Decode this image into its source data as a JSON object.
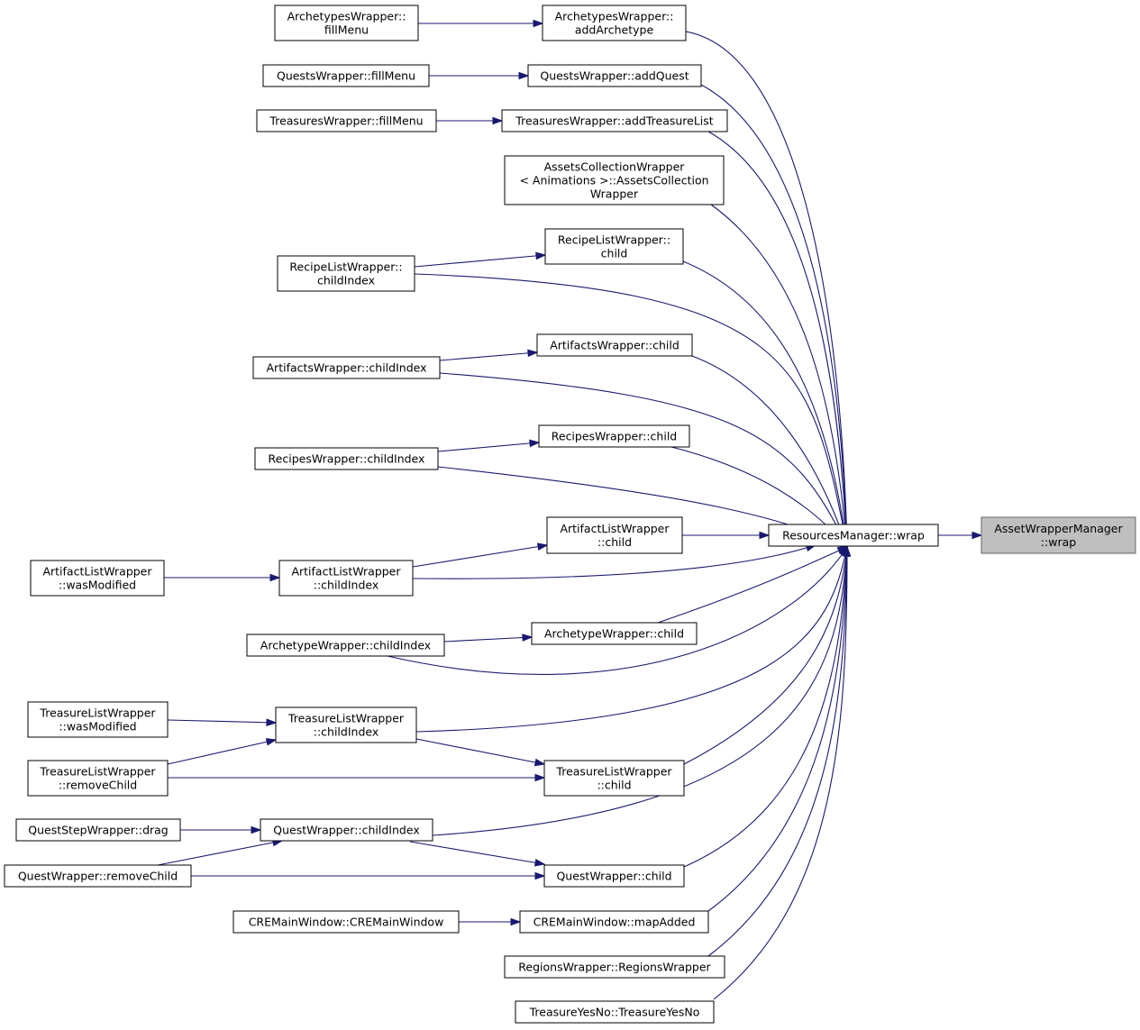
{
  "graph": {
    "colors": {
      "edge": "#191970",
      "node_border": "#000000",
      "node_fill": "#ffffff",
      "root_fill": "#bfbfbf",
      "root_border": "#666666"
    },
    "nodes": [
      {
        "id": "asset-wrapper-manager-wrap",
        "lines": [
          "AssetWrapperManager",
          "::wrap"
        ],
        "root": true
      },
      {
        "id": "resources-manager-wrap",
        "lines": [
          "ResourcesManager::wrap"
        ]
      },
      {
        "id": "archetypes-wrapper-add-archetype",
        "lines": [
          "ArchetypesWrapper::",
          "addArchetype"
        ]
      },
      {
        "id": "archetypes-wrapper-fill-menu",
        "lines": [
          "ArchetypesWrapper::",
          "fillMenu"
        ]
      },
      {
        "id": "quests-wrapper-add-quest",
        "lines": [
          "QuestsWrapper::addQuest"
        ]
      },
      {
        "id": "quests-wrapper-fill-menu",
        "lines": [
          "QuestsWrapper::fillMenu"
        ]
      },
      {
        "id": "treasures-wrapper-add-treasure-list",
        "lines": [
          "TreasuresWrapper::addTreasureList"
        ]
      },
      {
        "id": "treasures-wrapper-fill-menu",
        "lines": [
          "TreasuresWrapper::fillMenu"
        ]
      },
      {
        "id": "assets-collection-wrapper",
        "lines": [
          "AssetsCollectionWrapper",
          "< Animations >::AssetsCollection",
          "Wrapper"
        ]
      },
      {
        "id": "recipe-list-wrapper-child",
        "lines": [
          "RecipeListWrapper::",
          "child"
        ]
      },
      {
        "id": "recipe-list-wrapper-child-index",
        "lines": [
          "RecipeListWrapper::",
          "childIndex"
        ]
      },
      {
        "id": "artifacts-wrapper-child",
        "lines": [
          "ArtifactsWrapper::child"
        ]
      },
      {
        "id": "artifacts-wrapper-child-index",
        "lines": [
          "ArtifactsWrapper::childIndex"
        ]
      },
      {
        "id": "recipes-wrapper-child",
        "lines": [
          "RecipesWrapper::child"
        ]
      },
      {
        "id": "recipes-wrapper-child-index",
        "lines": [
          "RecipesWrapper::childIndex"
        ]
      },
      {
        "id": "artifact-list-wrapper-child",
        "lines": [
          "ArtifactListWrapper",
          "::child"
        ]
      },
      {
        "id": "artifact-list-wrapper-child-index",
        "lines": [
          "ArtifactListWrapper",
          "::childIndex"
        ]
      },
      {
        "id": "artifact-list-wrapper-was-modified",
        "lines": [
          "ArtifactListWrapper",
          "::wasModified"
        ]
      },
      {
        "id": "archetype-wrapper-child",
        "lines": [
          "ArchetypeWrapper::child"
        ]
      },
      {
        "id": "archetype-wrapper-child-index",
        "lines": [
          "ArchetypeWrapper::childIndex"
        ]
      },
      {
        "id": "treasure-list-wrapper-child-index",
        "lines": [
          "TreasureListWrapper",
          "::childIndex"
        ]
      },
      {
        "id": "treasure-list-wrapper-was-modified",
        "lines": [
          "TreasureListWrapper",
          "::wasModified"
        ]
      },
      {
        "id": "treasure-list-wrapper-remove-child",
        "lines": [
          "TreasureListWrapper",
          "::removeChild"
        ]
      },
      {
        "id": "treasure-list-wrapper-child",
        "lines": [
          "TreasureListWrapper",
          "::child"
        ]
      },
      {
        "id": "quest-wrapper-child-index",
        "lines": [
          "QuestWrapper::childIndex"
        ]
      },
      {
        "id": "quest-step-wrapper-drag",
        "lines": [
          "QuestStepWrapper::drag"
        ]
      },
      {
        "id": "quest-wrapper-remove-child",
        "lines": [
          "QuestWrapper::removeChild"
        ]
      },
      {
        "id": "quest-wrapper-child",
        "lines": [
          "QuestWrapper::child"
        ]
      },
      {
        "id": "cre-main-window-map-added",
        "lines": [
          "CREMainWindow::mapAdded"
        ]
      },
      {
        "id": "cre-main-window-ctor",
        "lines": [
          "CREMainWindow::CREMainWindow"
        ]
      },
      {
        "id": "regions-wrapper-ctor",
        "lines": [
          "RegionsWrapper::RegionsWrapper"
        ]
      },
      {
        "id": "treasure-yes-no-ctor",
        "lines": [
          "TreasureYesNo::TreasureYesNo"
        ]
      }
    ],
    "edges": [
      {
        "from": "resources-manager-wrap",
        "to": "asset-wrapper-manager-wrap"
      },
      {
        "from": "archetypes-wrapper-add-archetype",
        "to": "resources-manager-wrap"
      },
      {
        "from": "archetypes-wrapper-fill-menu",
        "to": "archetypes-wrapper-add-archetype"
      },
      {
        "from": "quests-wrapper-add-quest",
        "to": "resources-manager-wrap"
      },
      {
        "from": "quests-wrapper-fill-menu",
        "to": "quests-wrapper-add-quest"
      },
      {
        "from": "treasures-wrapper-add-treasure-list",
        "to": "resources-manager-wrap"
      },
      {
        "from": "treasures-wrapper-fill-menu",
        "to": "treasures-wrapper-add-treasure-list"
      },
      {
        "from": "assets-collection-wrapper",
        "to": "resources-manager-wrap"
      },
      {
        "from": "recipe-list-wrapper-child",
        "to": "resources-manager-wrap"
      },
      {
        "from": "recipe-list-wrapper-child-index",
        "to": "recipe-list-wrapper-child"
      },
      {
        "from": "recipe-list-wrapper-child-index",
        "to": "resources-manager-wrap"
      },
      {
        "from": "artifacts-wrapper-child",
        "to": "resources-manager-wrap"
      },
      {
        "from": "artifacts-wrapper-child-index",
        "to": "artifacts-wrapper-child"
      },
      {
        "from": "artifacts-wrapper-child-index",
        "to": "resources-manager-wrap"
      },
      {
        "from": "recipes-wrapper-child",
        "to": "resources-manager-wrap"
      },
      {
        "from": "recipes-wrapper-child-index",
        "to": "recipes-wrapper-child"
      },
      {
        "from": "recipes-wrapper-child-index",
        "to": "resources-manager-wrap"
      },
      {
        "from": "artifact-list-wrapper-child",
        "to": "resources-manager-wrap"
      },
      {
        "from": "artifact-list-wrapper-child-index",
        "to": "artifact-list-wrapper-child"
      },
      {
        "from": "artifact-list-wrapper-child-index",
        "to": "resources-manager-wrap"
      },
      {
        "from": "artifact-list-wrapper-was-modified",
        "to": "artifact-list-wrapper-child-index"
      },
      {
        "from": "archetype-wrapper-child",
        "to": "resources-manager-wrap"
      },
      {
        "from": "archetype-wrapper-child-index",
        "to": "archetype-wrapper-child"
      },
      {
        "from": "archetype-wrapper-child-index",
        "to": "resources-manager-wrap"
      },
      {
        "from": "treasure-list-wrapper-child-index",
        "to": "resources-manager-wrap"
      },
      {
        "from": "treasure-list-wrapper-child-index",
        "to": "treasure-list-wrapper-child"
      },
      {
        "from": "treasure-list-wrapper-was-modified",
        "to": "treasure-list-wrapper-child-index"
      },
      {
        "from": "treasure-list-wrapper-remove-child",
        "to": "treasure-list-wrapper-child-index"
      },
      {
        "from": "treasure-list-wrapper-remove-child",
        "to": "treasure-list-wrapper-child"
      },
      {
        "from": "treasure-list-wrapper-child",
        "to": "resources-manager-wrap"
      },
      {
        "from": "quest-wrapper-child-index",
        "to": "resources-manager-wrap"
      },
      {
        "from": "quest-wrapper-child-index",
        "to": "quest-wrapper-child"
      },
      {
        "from": "quest-step-wrapper-drag",
        "to": "quest-wrapper-child-index"
      },
      {
        "from": "quest-wrapper-remove-child",
        "to": "quest-wrapper-child-index"
      },
      {
        "from": "quest-wrapper-remove-child",
        "to": "quest-wrapper-child"
      },
      {
        "from": "quest-wrapper-child",
        "to": "resources-manager-wrap"
      },
      {
        "from": "cre-main-window-map-added",
        "to": "resources-manager-wrap"
      },
      {
        "from": "cre-main-window-ctor",
        "to": "cre-main-window-map-added"
      },
      {
        "from": "regions-wrapper-ctor",
        "to": "resources-manager-wrap"
      },
      {
        "from": "treasure-yes-no-ctor",
        "to": "resources-manager-wrap"
      }
    ]
  }
}
